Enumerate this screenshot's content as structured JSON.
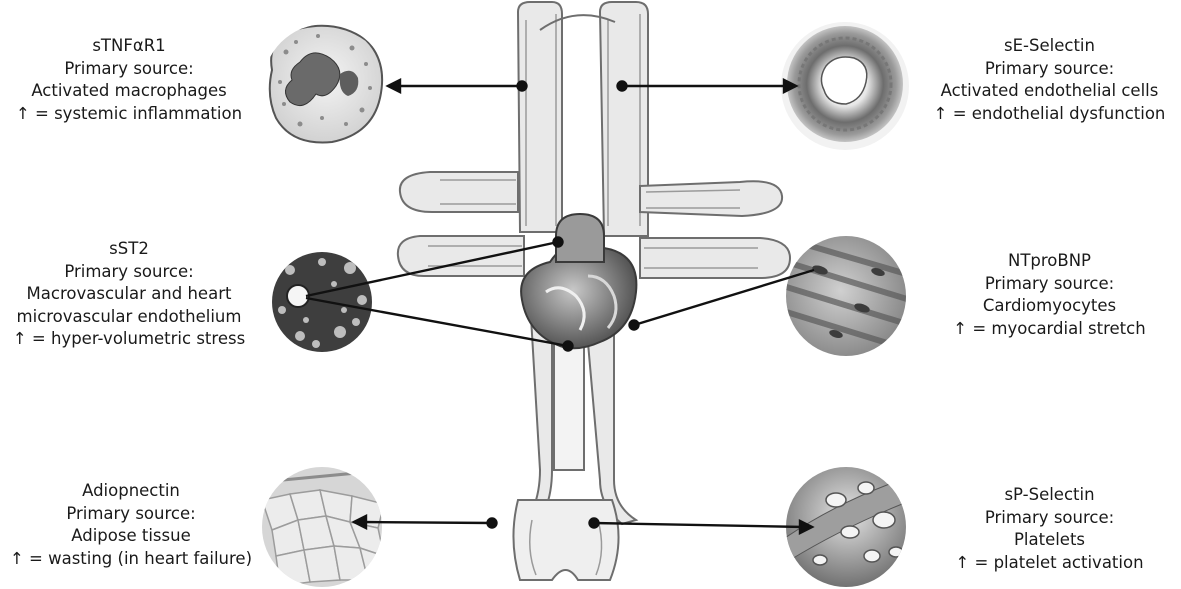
{
  "biomarkers": [
    {
      "name": "sTNFαR1",
      "source_label": "Primary source:",
      "source": "Activated macrophages",
      "meaning": "↑ = systemic inflammation",
      "image": "macrophage-cell-icon"
    },
    {
      "name": "sE-Selectin",
      "source_label": "Primary source:",
      "source": "Activated endothelial cells",
      "meaning": "↑ = endothelial dysfunction",
      "image": "blood-vessel-cross-section-icon"
    },
    {
      "name": "sST2",
      "source_label": "Primary source:",
      "source_line1": "Macrovascular and heart",
      "source_line2": "microvascular endothelium",
      "meaning": "↑ = hyper-volumetric stress",
      "image": "microvessel-tissue-icon"
    },
    {
      "name": "NTproBNP",
      "source_label": "Primary source:",
      "source": "Cardiomyocytes",
      "meaning": "↑ = myocardial stretch",
      "image": "cardiomyocyte-tissue-icon"
    },
    {
      "name": "Adiopnectin",
      "source_label": "Primary source:",
      "source": "Adipose tissue",
      "meaning": "↑ = wasting (in heart failure)",
      "image": "adipose-tissue-icon"
    },
    {
      "name": "sP-Selectin",
      "source_label": "Primary source:",
      "source": "Platelets",
      "meaning": "↑ = platelet activation",
      "image": "platelets-in-vessel-icon"
    }
  ],
  "center_image": "circulatory-system-heart-icon",
  "palette": {
    "ink": "#1a1a1a",
    "vessel": "#b8b8b8",
    "vessel_edge": "#6e6e6e",
    "tissue_dark": "#4a4a4a",
    "tissue_light": "#d9d9d9"
  }
}
